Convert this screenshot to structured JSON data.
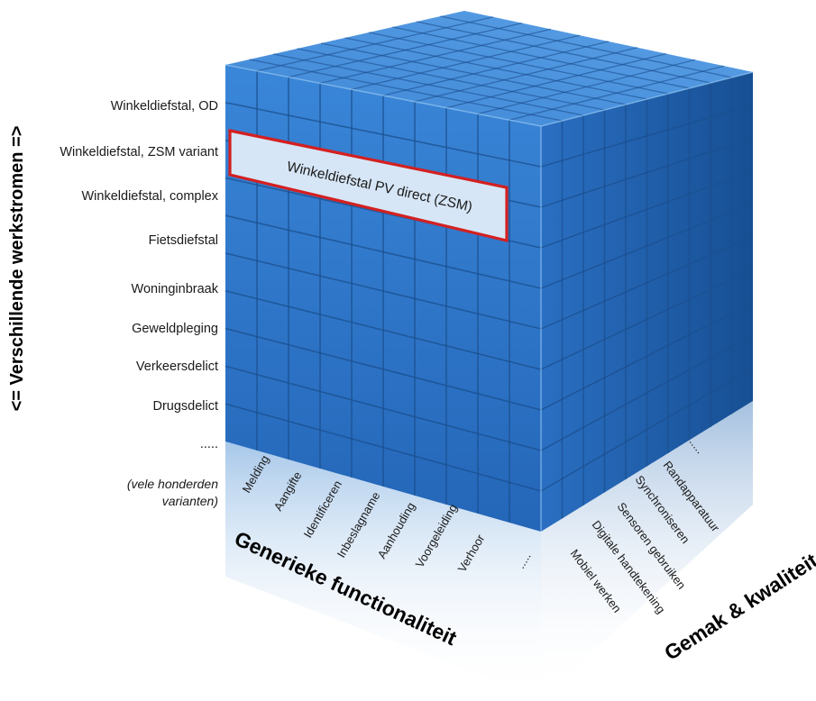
{
  "vertical_axis": {
    "title": "<= Verschillende werkstromen =>",
    "items": [
      "Winkeldiefstal, OD",
      "Winkeldiefstal, ZSM variant",
      "Winkeldiefstal, complex",
      "Fietsdiefstal",
      "Woninginbraak",
      "Geweldpleging",
      "Verkeersdelict",
      "Drugsdelict",
      "....."
    ],
    "note_line1": "(vele honderden",
    "note_line2": "varianten)"
  },
  "front_axis": {
    "title": "Generieke functionaliteit",
    "items": [
      "Melding",
      "Aangifte",
      "Identificeren",
      "Inbeslagname",
      "Aanhouding",
      "Voorgeleiding",
      "Verhoor",
      "....."
    ]
  },
  "side_axis": {
    "title": "Gemak & kwaliteit",
    "items": [
      "Mobiel werken",
      "Digitale handtekening",
      "Sensoren gebruiken",
      "Synchroniseren",
      "Randapparatuur",
      "....."
    ]
  },
  "highlight": {
    "label": "Winkeldiefstal PV direct (ZSM)",
    "border_color": "#d42020",
    "fill_color": "#d6e6f6"
  },
  "colors": {
    "cube_front": "#2f78cc",
    "cube_side": "#1e5ea8",
    "cube_top": "#4b90dc",
    "grid_line": "#1b4f8e"
  }
}
